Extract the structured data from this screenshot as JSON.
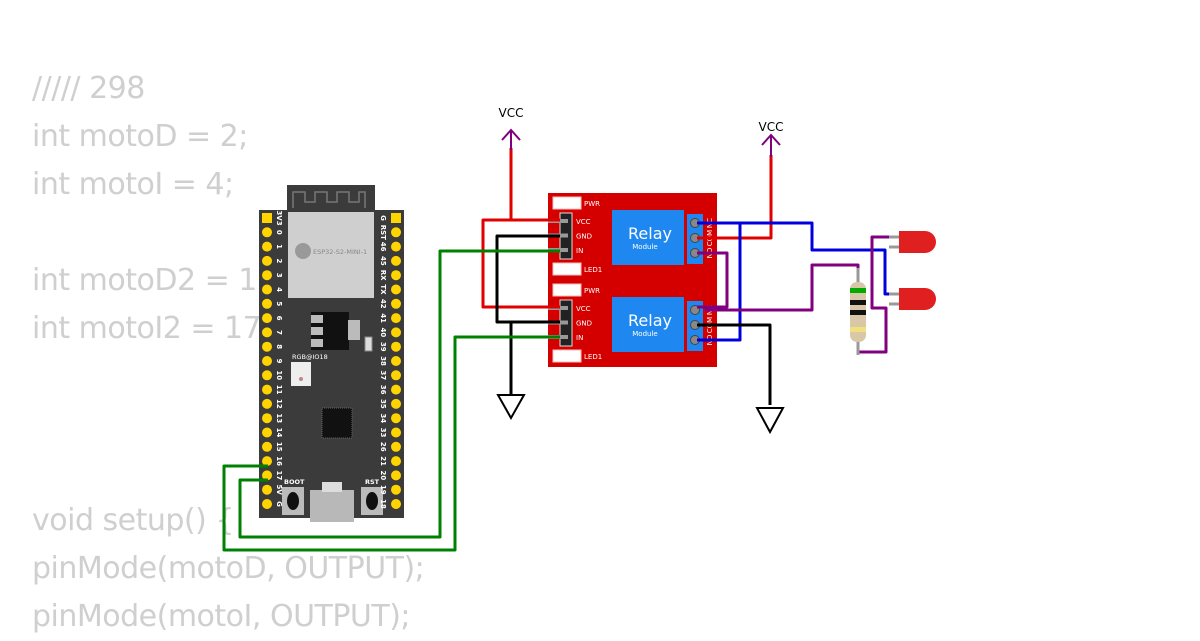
{
  "code_lines": [
    "///// 298",
    "int motoD = 2;",
    "int motoI = 4;",
    "",
    "int motoD2 = 1",
    "int motoI2 = 17",
    "",
    "",
    "",
    "void setup() {",
    "pinMode(motoD, OUTPUT);",
    "pinMode(motoI, OUTPUT);"
  ],
  "board": {
    "module_label": "ESP32-S2-MINI-1",
    "rgb_label": "RGB@IO18",
    "boot_label": "BOOT",
    "rst_label": "RST",
    "left_pins": [
      "3V3",
      "0",
      "1",
      "2",
      "3",
      "4",
      "5",
      "6",
      "7",
      "8",
      "9",
      "10",
      "11",
      "12",
      "13",
      "14",
      "15",
      "16",
      "17",
      "5V",
      "G"
    ],
    "right_pins": [
      "G",
      "RST",
      "46",
      "45",
      "RX",
      "TX",
      "42",
      "41",
      "40",
      "39",
      "38",
      "37",
      "36",
      "35",
      "34",
      "33",
      "26",
      "21",
      "20",
      "19",
      "18"
    ]
  },
  "power": {
    "vcc1": "VCC",
    "vcc2": "VCC"
  },
  "relays": [
    {
      "title": "Relay",
      "subtitle": "Module",
      "pwr": "PWR",
      "led": "LED1",
      "pins": [
        "VCC",
        "GND",
        "IN"
      ],
      "terminals": [
        "NC",
        "COM",
        "NO"
      ]
    },
    {
      "title": "Relay",
      "subtitle": "Module",
      "pwr": "PWR",
      "led": "LED1",
      "pins": [
        "VCC",
        "GND",
        "IN"
      ],
      "terminals": [
        "NC",
        "COM",
        "NO"
      ]
    }
  ],
  "colors": {
    "board": "#3b3b3b",
    "pin": "#ffd400",
    "relay_pcb": "#d40000",
    "relay_box": "#1e88f0",
    "wire_red": "#e00000",
    "wire_black": "#000000",
    "wire_green": "#008000",
    "wire_blue": "#0000dd",
    "wire_purple": "#800080",
    "led": "#e02020",
    "code_text": "#cfcfcf"
  }
}
